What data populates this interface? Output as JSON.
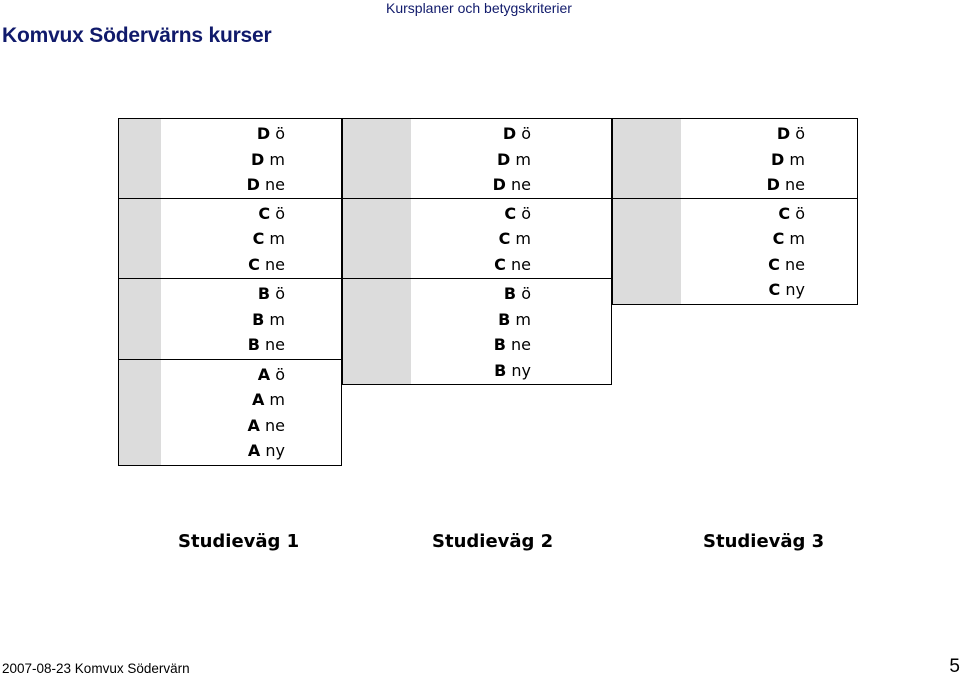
{
  "header": {
    "title": "Komvux Södervärns kurser",
    "subtitle": "Kursplaner och betygskriterier"
  },
  "paths": [
    {
      "label": "Studieväg 1",
      "groups": [
        [
          {
            "letter": "D",
            "level": "ö"
          },
          {
            "letter": "D",
            "level": "m"
          },
          {
            "letter": "D",
            "level": "ne"
          }
        ],
        [
          {
            "letter": "C",
            "level": "ö"
          },
          {
            "letter": "C",
            "level": "m"
          },
          {
            "letter": "C",
            "level": "ne"
          }
        ],
        [
          {
            "letter": "B",
            "level": "ö"
          },
          {
            "letter": "B",
            "level": "m"
          },
          {
            "letter": "B",
            "level": "ne"
          }
        ],
        [
          {
            "letter": "A",
            "level": "ö"
          },
          {
            "letter": "A",
            "level": "m"
          },
          {
            "letter": "A",
            "level": "ne"
          },
          {
            "letter": "A",
            "level": "ny"
          }
        ]
      ]
    },
    {
      "label": "Studieväg 2",
      "groups": [
        [
          {
            "letter": "D",
            "level": "ö"
          },
          {
            "letter": "D",
            "level": "m"
          },
          {
            "letter": "D",
            "level": "ne"
          }
        ],
        [
          {
            "letter": "C",
            "level": "ö"
          },
          {
            "letter": "C",
            "level": "m"
          },
          {
            "letter": "C",
            "level": "ne"
          }
        ],
        [
          {
            "letter": "B",
            "level": "ö"
          },
          {
            "letter": "B",
            "level": "m"
          },
          {
            "letter": "B",
            "level": "ne"
          },
          {
            "letter": "B",
            "level": "ny"
          }
        ]
      ]
    },
    {
      "label": "Studieväg 3",
      "groups": [
        [
          {
            "letter": "D",
            "level": "ö"
          },
          {
            "letter": "D",
            "level": "m"
          },
          {
            "letter": "D",
            "level": "ne"
          }
        ],
        [
          {
            "letter": "C",
            "level": "ö"
          },
          {
            "letter": "C",
            "level": "m"
          },
          {
            "letter": "C",
            "level": "ne"
          },
          {
            "letter": "C",
            "level": "ny"
          }
        ]
      ]
    }
  ],
  "footer": {
    "left": "2007-08-23  Komvux Södervärn",
    "page_number": "5"
  },
  "colors": {
    "title": "#101a6b",
    "shade": "#dcdcdc"
  }
}
